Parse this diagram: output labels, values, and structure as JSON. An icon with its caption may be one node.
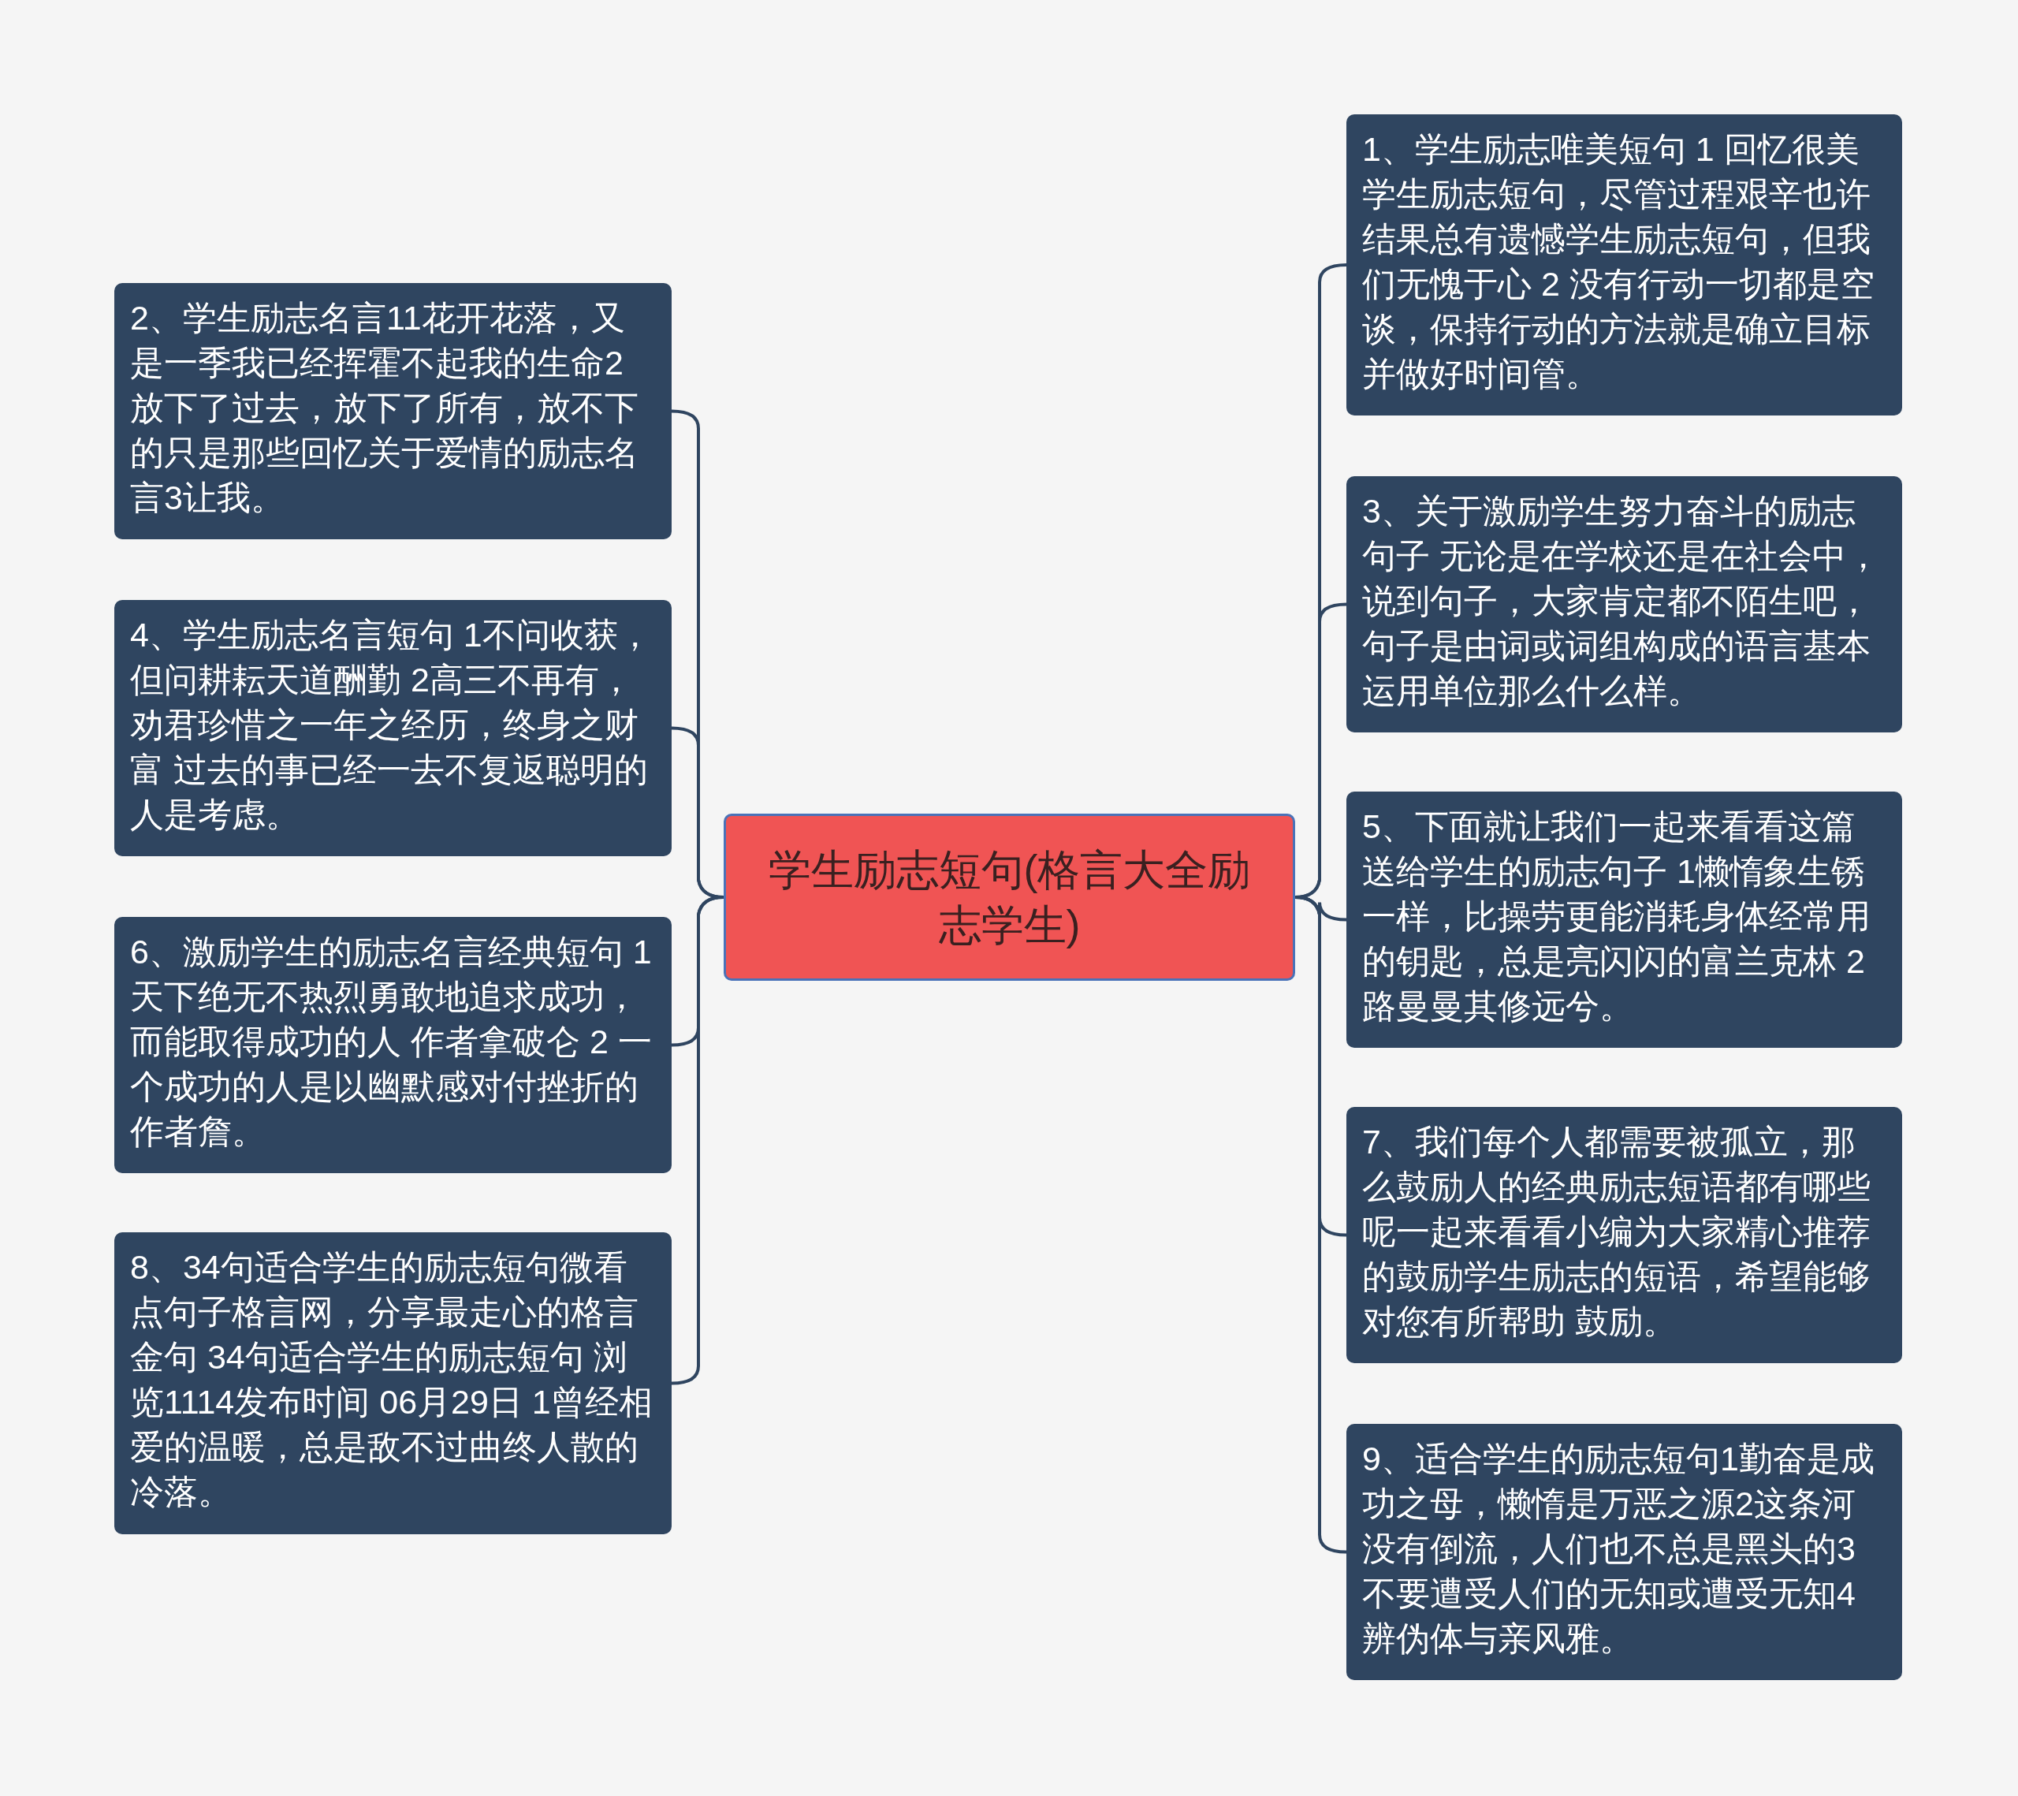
{
  "diagram": {
    "nodes": [
      {
        "text": [
          "学生励志短句(格言大全励志学生)"
        ]
      },
      {
        "text": [
          "2、学生励志名言11花开花落，又是一季我已经挥霍不起我的生命2放下了过去，放下了所有，放不下的只是那些回忆关于爱情的励志名言3让我。"
        ]
      },
      {
        "text": [
          "4、学生励志名言短句 1不问收获，但问耕耘天道酬勤 2高三不再有，劝君珍惜之一年之经历，终身之财富 过去的事已经一去不复返聪明的人是考虑。"
        ]
      },
      {
        "text": [
          "6、激励学生的励志名言经典短句 1 天下绝无不热烈勇敢地追求成功，而能取得成功的人 作者拿破仑 2 一个成功的人是以幽默感对付挫折的作者詹。"
        ]
      },
      {
        "text": [
          "8、34句适合学生的励志短句微看点句子格言网，分享最走心的格言金句 34句适合学生的励志短句 浏览1114发布时间 06月29日 1曾经相爱的温暖，总是敌不过曲终人散的冷落。"
        ]
      },
      {
        "text": [
          "1、学生励志唯美短句 1 回忆很美学生励志短句，尽管过程艰辛也许结果总有遗憾学生励志短句，但我们无愧于心 2 没有行动一切都是空谈，保持行动的方法就是确立目标并做好时间管。"
        ]
      },
      {
        "text": [
          "3、关于激励学生努力奋斗的励志句子 无论是在学校还是在社会中，说到句子，大家肯定都不陌生吧，句子是由词或词组构成的语言基本运用单位那么什么样。"
        ]
      },
      {
        "text": [
          "5、下面就让我们一起来看看这篇送给学生的励志句子 1懒惰象生锈一样，比操劳更能消耗身体经常用的钥匙，总是亮闪闪的富兰克林 2路曼曼其修远兮。"
        ]
      },
      {
        "text": [
          "7、我们每个人都需要被孤立，那么鼓励人的经典励志短语都有哪些呢一起来看看小编为大家精心推荐的鼓励学生励志的短语，希望能够对您有所帮助 鼓励。"
        ]
      },
      {
        "text": [
          "9、适合学生的励志短句1勤奋是成功之母，懒惰是万恶之源2这条河没有倒流，人们也不总是黑头的3不要遭受人们的无知或遭受无知4辨伪体与亲风雅。"
        ]
      }
    ],
    "edges": [
      {
        "from": 0,
        "to": 1,
        "arrow": "none"
      },
      {
        "from": 0,
        "to": 2,
        "arrow": "none"
      },
      {
        "from": 0,
        "to": 3,
        "arrow": "none"
      },
      {
        "from": 0,
        "to": 4,
        "arrow": "none"
      },
      {
        "from": 0,
        "to": 5,
        "arrow": "none"
      },
      {
        "from": 0,
        "to": 6,
        "arrow": "none"
      },
      {
        "from": 0,
        "to": 7,
        "arrow": "none"
      },
      {
        "from": 0,
        "to": 8,
        "arrow": "none"
      },
      {
        "from": 0,
        "to": 9,
        "arrow": "none"
      }
    ]
  }
}
